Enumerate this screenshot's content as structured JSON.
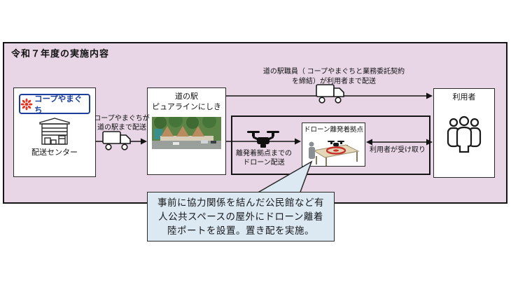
{
  "title": "令和７年度の実施内容",
  "delivery_center": {
    "logo_text": "コープやまぐち",
    "label": "配送センター"
  },
  "michinoeki": {
    "name_line1": "道の駅",
    "name_line2": "ピュアラインにしき"
  },
  "users": {
    "label": "利用者"
  },
  "drone_hub": {
    "label": "ドローン離発着拠点"
  },
  "arrows": {
    "coop_to_station": {
      "line1": "コープやまぐちが",
      "line2": "道の駅まで配送"
    },
    "station_to_users": {
      "line1": "道の駅職員（ コープやまぐちと業務委託契約",
      "line2": "を締結）が利用者まで配送"
    },
    "drone_to_hub": {
      "line1": "離発着拠点までの",
      "line2": "ドローン配送"
    },
    "user_pickup": {
      "label": "利用者が受け取り"
    }
  },
  "callout": {
    "line1": "事前に協力関係を結んだ公民館など有",
    "line2": "人公共スペースの屋外にドローン離着",
    "line3": "陸ポートを設置。置き配を実施。"
  },
  "colors": {
    "panel_bg": "#e8d6e7",
    "callout_bg": "#dce8f2",
    "logo_blue": "#1c3f9e",
    "logo_red": "#e8331f",
    "landing_ring_red": "#c9302c"
  }
}
